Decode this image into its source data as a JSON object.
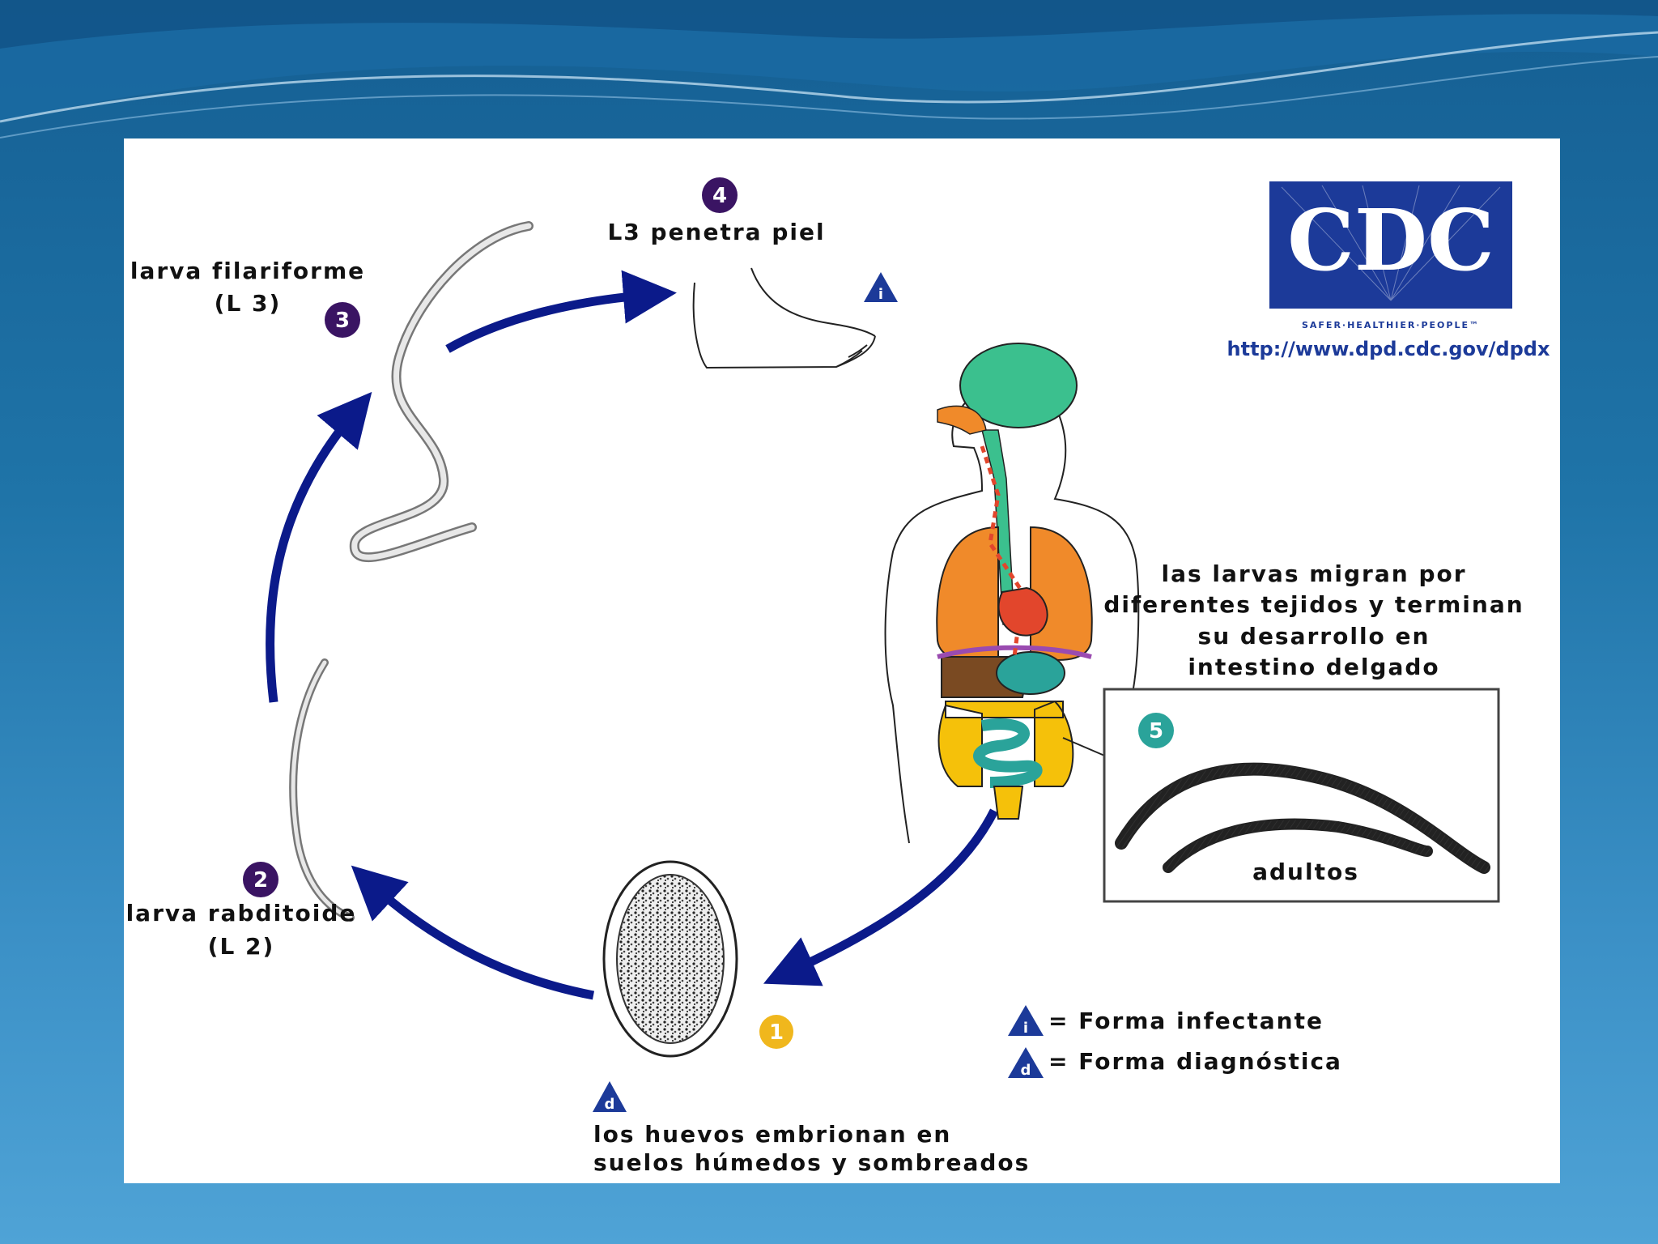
{
  "colors": {
    "arrow": "#0b1a8a",
    "step_badge": "#3a1463",
    "step_badge_1": "#f0b71d",
    "step_badge_5": "#2aa39a",
    "brain": "#3bc08e",
    "lungs": "#f08a2a",
    "heart_stomach": "#e2462c",
    "liver": "#7a4a22",
    "large_intestine": "#f5c10a",
    "small_intestine": "#2aa39a",
    "cdc_blue": "#1c3a99"
  },
  "cdc": {
    "logo_text": "CDC",
    "tagline": "SAFER·HEALTHIER·PEOPLE™",
    "url": "http://www.dpd.cdc.gov/dpdx"
  },
  "steps": {
    "s1": {
      "number": "1"
    },
    "s2": {
      "number": "2",
      "label_line1": "larva rabditoide",
      "label_line2": "(L 2)"
    },
    "s3": {
      "number": "3",
      "label_line1": "larva filariforme",
      "label_line2": "(L 3)"
    },
    "s4": {
      "number": "4",
      "label": "L3 penetra piel"
    },
    "s5": {
      "number": "5",
      "box_label": "adultos"
    }
  },
  "migration_text": [
    "las larvas migran por",
    "diferentes tejidos y terminan",
    "su desarrollo en",
    "intestino delgado"
  ],
  "eggs_text": [
    "los huevos embrionan en",
    "suelos húmedos y sombreados"
  ],
  "legend": {
    "infective_symbol": "i",
    "infective_label": "= Forma infectante",
    "diagnostic_symbol": "d",
    "diagnostic_label": "= Forma diagnóstica"
  }
}
